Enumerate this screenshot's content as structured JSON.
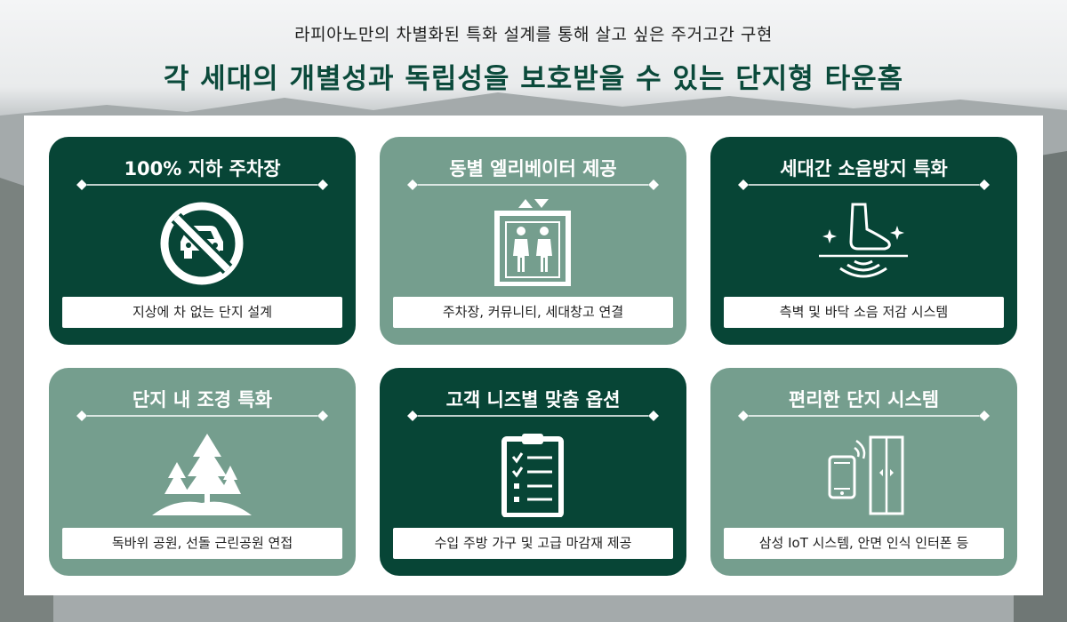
{
  "header": {
    "subtitle": "라피아노만의 차별화된 특화 설계를 통해 살고 싶은 주거고간 구현",
    "title": "각 세대의 개별성과 독립성을 보호받을 수 있는 단지형 타운홈"
  },
  "colors": {
    "dark_green": "#074536",
    "sage_green": "#759e8e",
    "title_green": "#0b4a3b"
  },
  "cards": [
    {
      "title": "100% 지하 주차장",
      "caption": "지상에 차 없는 단지 설계",
      "icon": "no-car-icon",
      "style": "dark"
    },
    {
      "title": "동별 엘리베이터 제공",
      "caption": "주차장, 커뮤니티, 세대창고 연결",
      "icon": "elevator-icon",
      "style": "light"
    },
    {
      "title": "세대간 소음방지 특화",
      "caption": "측벽 및 바닥 소음 저감 시스템",
      "icon": "footstep-sound-icon",
      "style": "dark"
    },
    {
      "title": "단지 내 조경 특화",
      "caption": "독바위 공원, 선돌 근린공원 연접",
      "icon": "trees-icon",
      "style": "light"
    },
    {
      "title": "고객 니즈별 맞춤 옵션",
      "caption": "수입 주방 가구 및 고급 마감재 제공",
      "icon": "checklist-clipboard-icon",
      "style": "dark"
    },
    {
      "title": "편리한 단지 시스템",
      "caption": "삼성 IoT 시스템, 안면 인식 인터폰 등",
      "icon": "smart-door-phone-icon",
      "style": "light"
    }
  ]
}
